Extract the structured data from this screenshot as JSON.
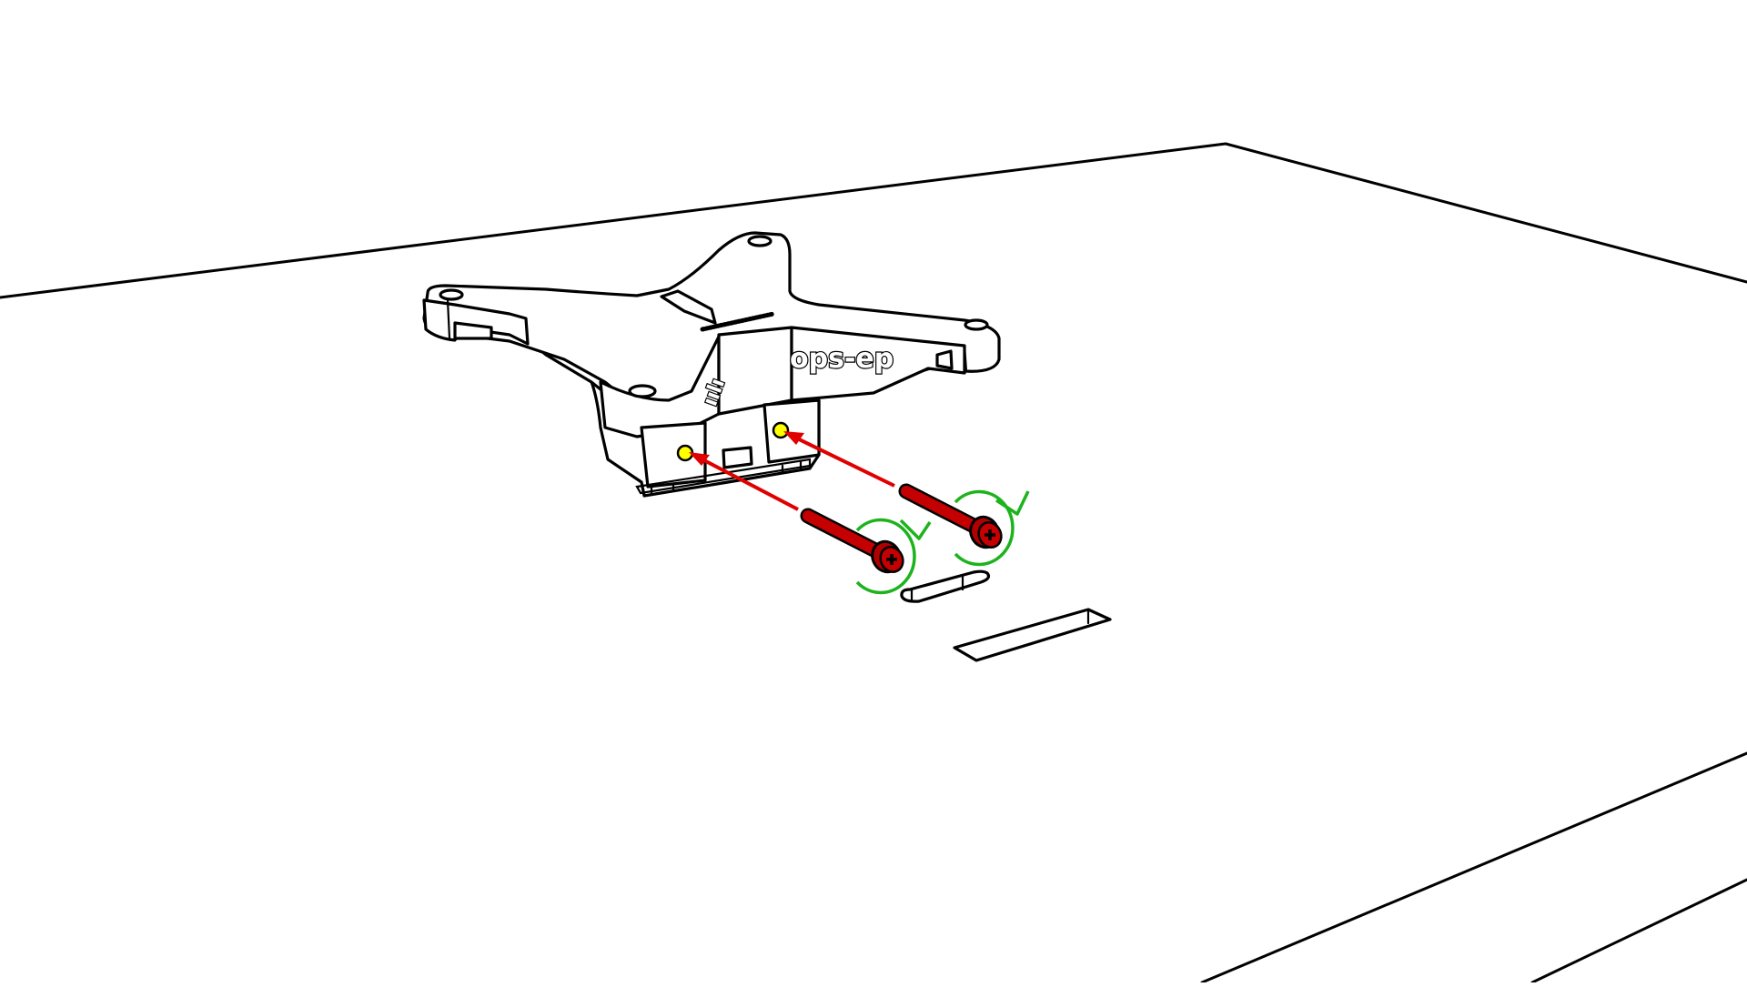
{
  "illustration": {
    "type": "assembly-instruction",
    "background": "#ffffff",
    "line_color": "#000000",
    "surface": {
      "description": "flat panel surface in perspective"
    },
    "bracket": {
      "description": "four-arm mounting bracket",
      "embossed_text": "ops-ep",
      "side_mark": "ıılı"
    },
    "mounting_holes": {
      "count": 2,
      "color": "#ffff00"
    },
    "screws": [
      {
        "id": "screw-1",
        "color": "#cc0000",
        "head": "phillips"
      },
      {
        "id": "screw-2",
        "color": "#cc0000",
        "head": "phillips"
      }
    ],
    "arrows": {
      "insert_color": "#e00000",
      "rotate_color": "#1db31d",
      "rotate_direction": "clockwise"
    },
    "slots": [
      {
        "id": "slot-rounded",
        "shape": "rounded"
      },
      {
        "id": "slot-rectangular",
        "shape": "rectangular"
      }
    ]
  }
}
